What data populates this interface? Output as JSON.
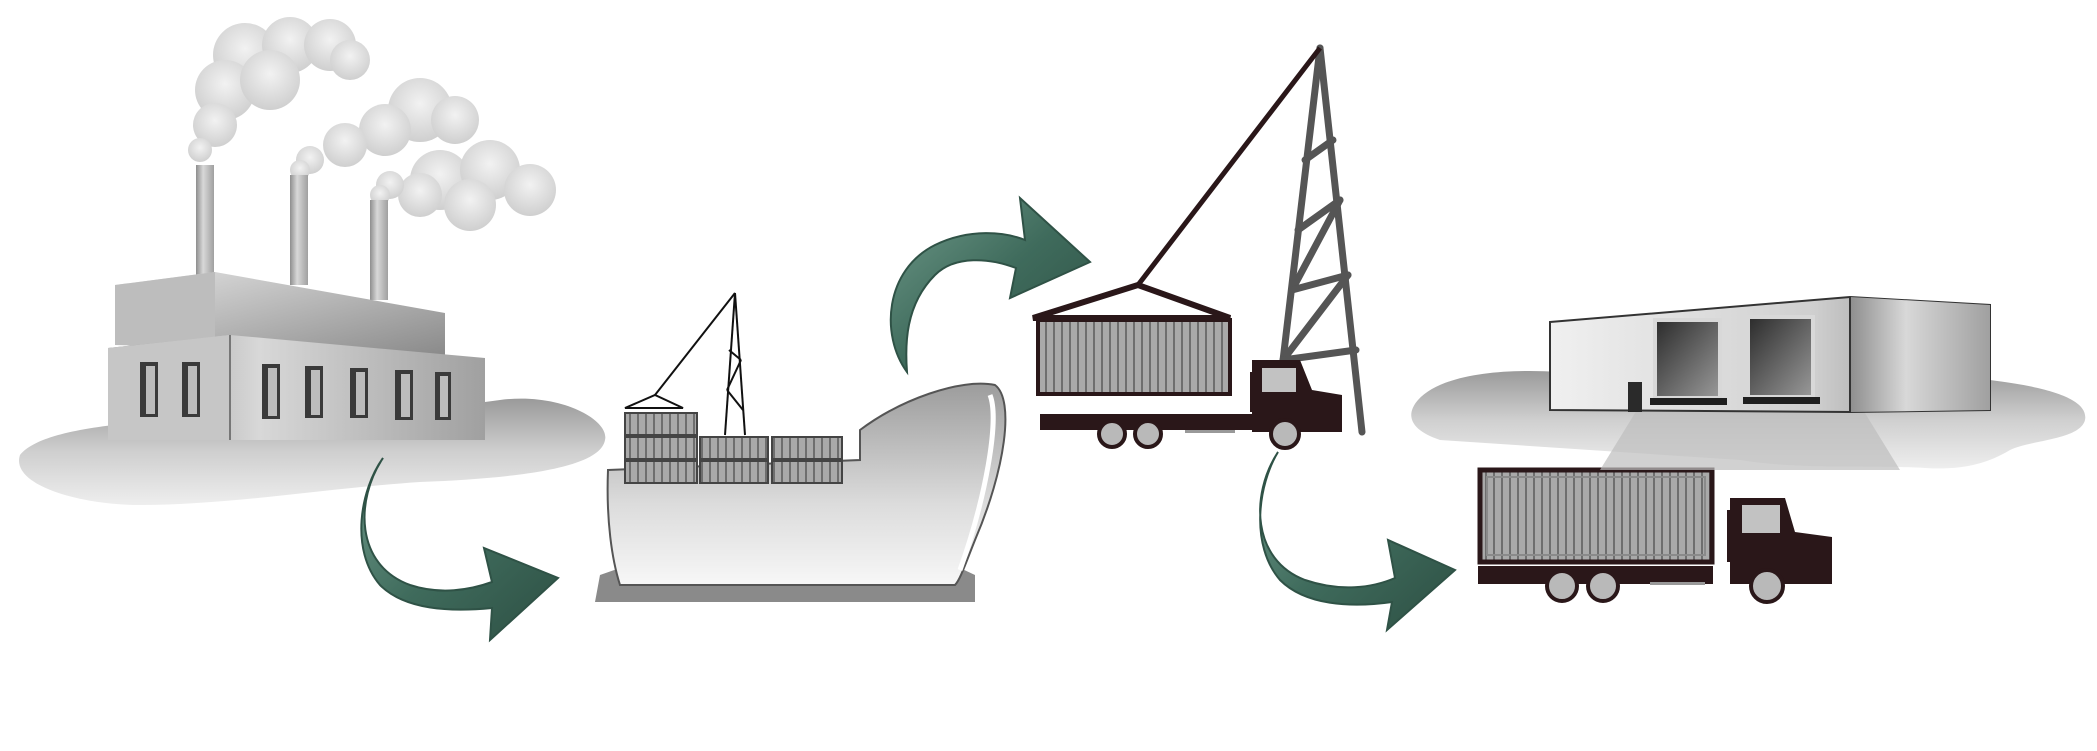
{
  "diagram": {
    "type": "logistics-flow-illustration",
    "stages": [
      {
        "id": "factory",
        "icon": "factory-icon"
      },
      {
        "id": "ship",
        "icon": "cargo-ship-icon"
      },
      {
        "id": "crane-truck",
        "icon": "crane-loading-truck-icon"
      },
      {
        "id": "truck",
        "icon": "container-truck-icon"
      },
      {
        "id": "warehouse",
        "icon": "warehouse-icon"
      }
    ],
    "arrows": [
      {
        "from": "factory",
        "to": "ship",
        "icon": "curved-arrow-icon"
      },
      {
        "from": "ship",
        "to": "crane-truck",
        "icon": "curved-arrow-icon"
      },
      {
        "from": "crane-truck",
        "to": "truck",
        "icon": "curved-arrow-icon"
      }
    ]
  },
  "colors": {
    "arrow": "#3f6b5c",
    "arrow_dark": "#2f5246",
    "truck": "#2a1719",
    "container": "#a8a8a8",
    "ground": "#d0d0d0",
    "building": "#b5b5b5",
    "smoke": "#e6e6e6"
  }
}
